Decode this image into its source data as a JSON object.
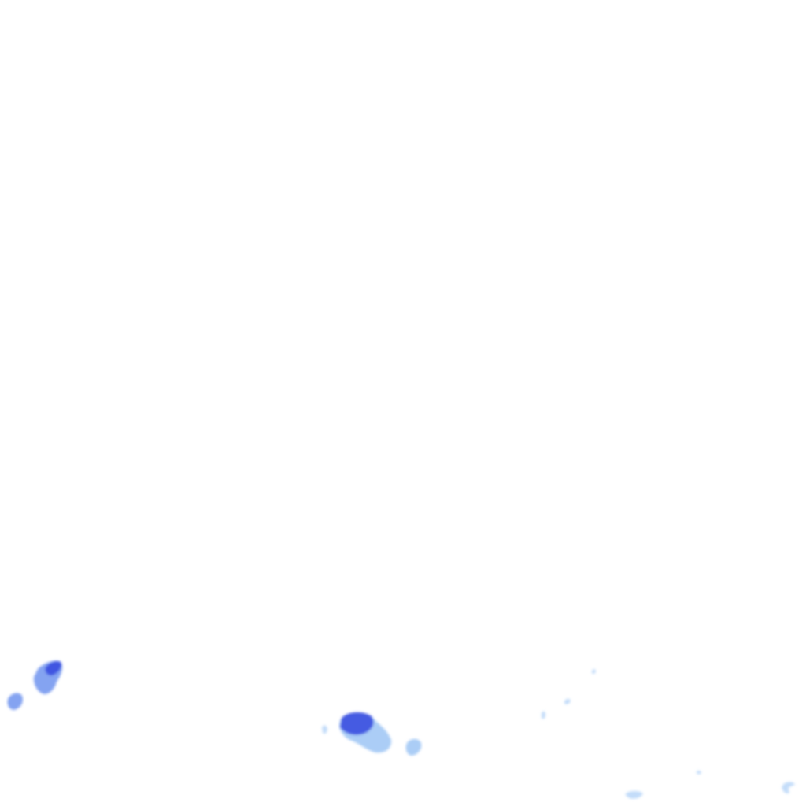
{
  "map": {
    "background_color": "#ffffff",
    "palette": {
      "dark": "#3a4fe0",
      "medium": "#6f93ee",
      "light": "#9cc4f5",
      "faint": "#b8d6f8"
    },
    "regions": [
      {
        "name": "cell-cluster-west-large",
        "intensity": "medium"
      },
      {
        "name": "cell-cluster-west-core",
        "intensity": "dark"
      },
      {
        "name": "cell-cluster-west-small",
        "intensity": "medium"
      },
      {
        "name": "cell-cluster-center-large",
        "intensity": "light"
      },
      {
        "name": "cell-cluster-center-core",
        "intensity": "dark"
      },
      {
        "name": "cell-cluster-center-side",
        "intensity": "light"
      },
      {
        "name": "speck-center-left",
        "intensity": "faint"
      },
      {
        "name": "speck-east-1",
        "intensity": "faint"
      },
      {
        "name": "speck-east-2",
        "intensity": "faint"
      },
      {
        "name": "speck-east-3",
        "intensity": "faint"
      },
      {
        "name": "speck-bottom-right-1",
        "intensity": "faint"
      },
      {
        "name": "speck-bottom-right-2",
        "intensity": "faint"
      },
      {
        "name": "speck-bottom-edge",
        "intensity": "faint"
      }
    ]
  }
}
